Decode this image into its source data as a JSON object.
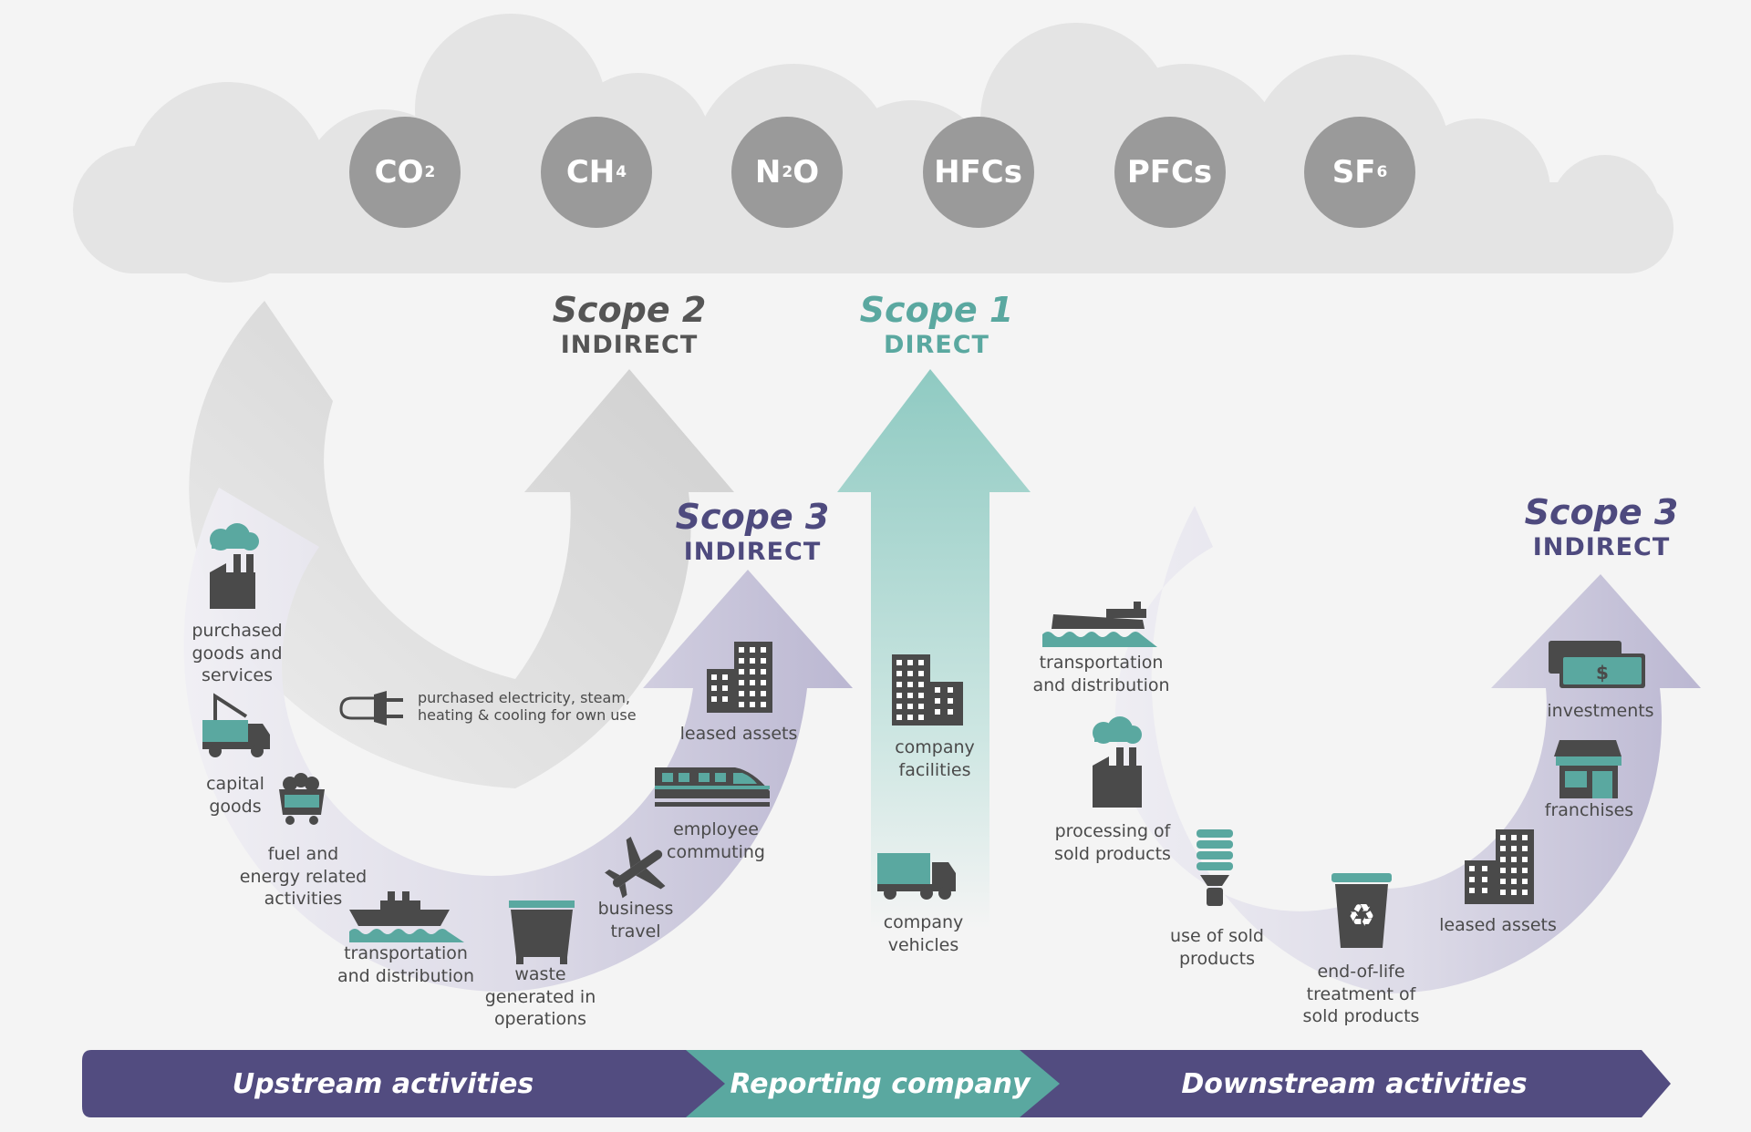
{
  "gases": [
    {
      "base": "CO",
      "sub": "2",
      "tail": ""
    },
    {
      "base": "CH",
      "sub": "4",
      "tail": ""
    },
    {
      "base": "N",
      "sub": "2",
      "tail": "O"
    },
    {
      "base": "HFCs",
      "sub": "",
      "tail": ""
    },
    {
      "base": "PFCs",
      "sub": "",
      "tail": ""
    },
    {
      "base": "SF",
      "sub": "6",
      "tail": ""
    }
  ],
  "scopes": {
    "scope2": {
      "title": "Scope 2",
      "subtitle": "INDIRECT"
    },
    "scope1": {
      "title": "Scope 1",
      "subtitle": "DIRECT"
    },
    "scope3_up": {
      "title": "Scope 3",
      "subtitle": "INDIRECT"
    },
    "scope3_down": {
      "title": "Scope 3",
      "subtitle": "INDIRECT"
    }
  },
  "upstream": {
    "purchased_goods": "purchased\ngoods and\nservices",
    "capital_goods": "capital\ngoods",
    "fuel_energy": "fuel and\nenergy related\nactivities",
    "transport": "transportation\nand distribution",
    "waste": "waste\ngenerated in\noperations",
    "business_travel": "business\ntravel",
    "employee_commuting": "employee\ncommuting",
    "leased_assets": "leased assets",
    "electricity": "purchased electricity, steam,\nheating & cooling for own use"
  },
  "company": {
    "facilities": "company\nfacilities",
    "vehicles": "company\nvehicles"
  },
  "downstream": {
    "transport": "transportation\nand distribution",
    "processing": "processing of\nsold products",
    "use": "use of sold\nproducts",
    "end_of_life": "end-of-life\ntreatment of\nsold products",
    "leased_assets": "leased assets",
    "franchises": "franchises",
    "investments": "investments"
  },
  "bottom_bar": {
    "upstream": "Upstream activities",
    "reporting": "Reporting company",
    "downstream": "Downstream activities"
  },
  "colors": {
    "cloud": "#e4e4e4",
    "gas_circle": "#9a9a9a",
    "scope2": "#555555",
    "scope1": "#5aa8a0",
    "scope3": "#4e4a7e",
    "bar_purple": "#524c80",
    "bar_teal": "#5aa8a0",
    "icon_dark": "#4a4a4a",
    "icon_teal": "#5aa8a0"
  }
}
